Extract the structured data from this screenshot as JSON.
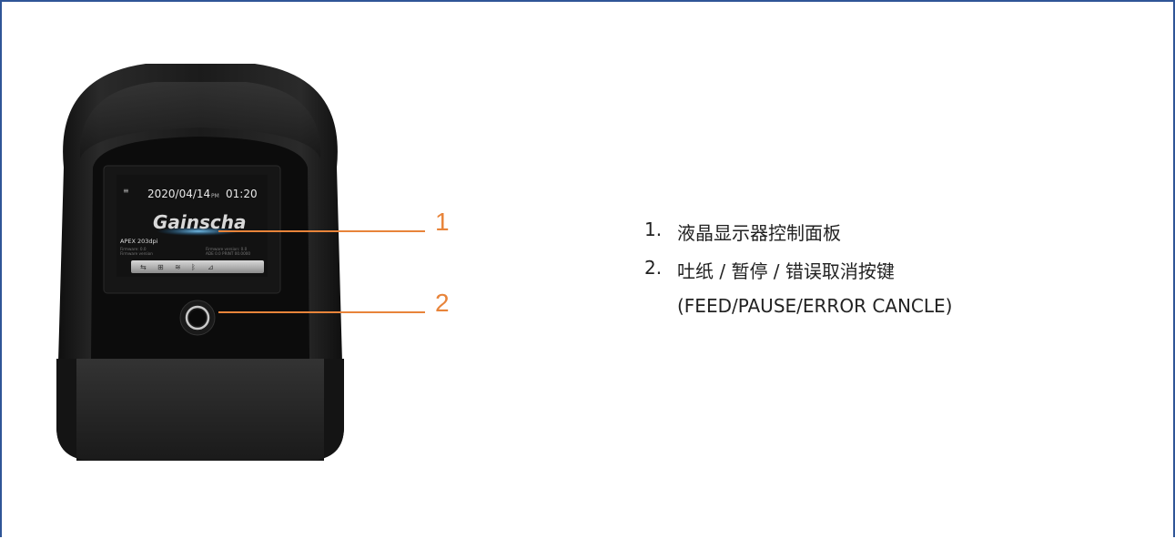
{
  "screen": {
    "date": "2020/04/14",
    "ampm": "PM",
    "time": "01:20",
    "logo": "Gainscha",
    "model": "APEX 203dpi",
    "info_left_1": "Firmware: 0.0",
    "info_left_2": "Firmware version",
    "info_right_1": "Firmware version: 0.0",
    "info_right_2": "ADE 0.0 PRINT 00.0000"
  },
  "callouts": [
    {
      "number": "1"
    },
    {
      "number": "2"
    }
  ],
  "legend": [
    {
      "number": "1.",
      "text": "液晶显示器控制面板"
    },
    {
      "number": "2.",
      "text": "吐纸 / 暂停 / 错误取消按键",
      "subtext": "(FEED/PAUSE/ERROR CANCLE)"
    }
  ],
  "colors": {
    "frame": "#2f5597",
    "callout": "#e8843a",
    "printer_body": "#1e1e1e"
  }
}
